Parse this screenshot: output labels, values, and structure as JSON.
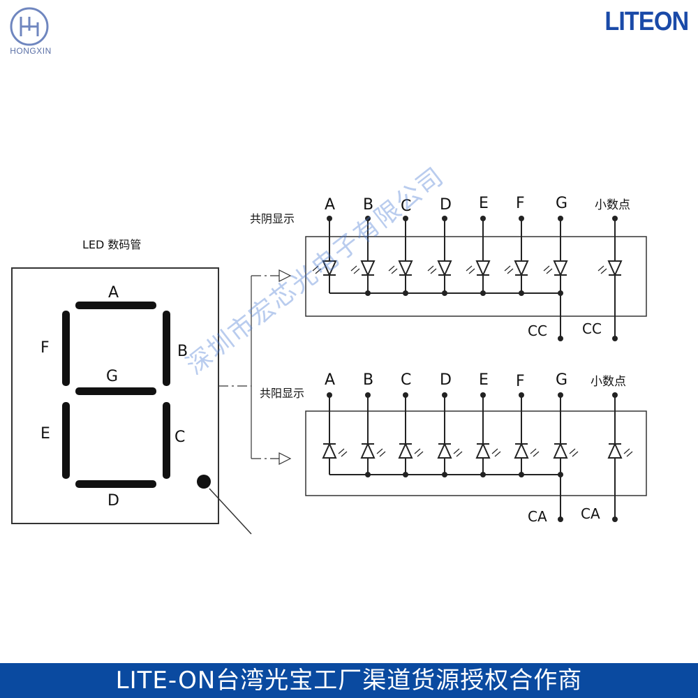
{
  "brand": {
    "logo_text": "HONGXIN",
    "liteon_logo": "LITEON"
  },
  "diagram": {
    "display_title": "LED 数码管",
    "segments": [
      "A",
      "B",
      "C",
      "D",
      "E",
      "F",
      "G"
    ],
    "cathode_section": {
      "title": "共阴显示",
      "pin_labels": [
        "A",
        "B",
        "C",
        "D",
        "E",
        "F",
        "G",
        "小数点"
      ],
      "common_labels": [
        "CC",
        "CC"
      ]
    },
    "anode_section": {
      "title": "共阳显示",
      "pin_labels": [
        "A",
        "B",
        "C",
        "D",
        "E",
        "F",
        "G",
        "小数点"
      ],
      "common_labels": [
        "CA",
        "CA"
      ]
    }
  },
  "watermark": "深圳市宏芯光电子有限公司",
  "footer": "LITE-ON台湾光宝工厂渠道货源授权合作商"
}
